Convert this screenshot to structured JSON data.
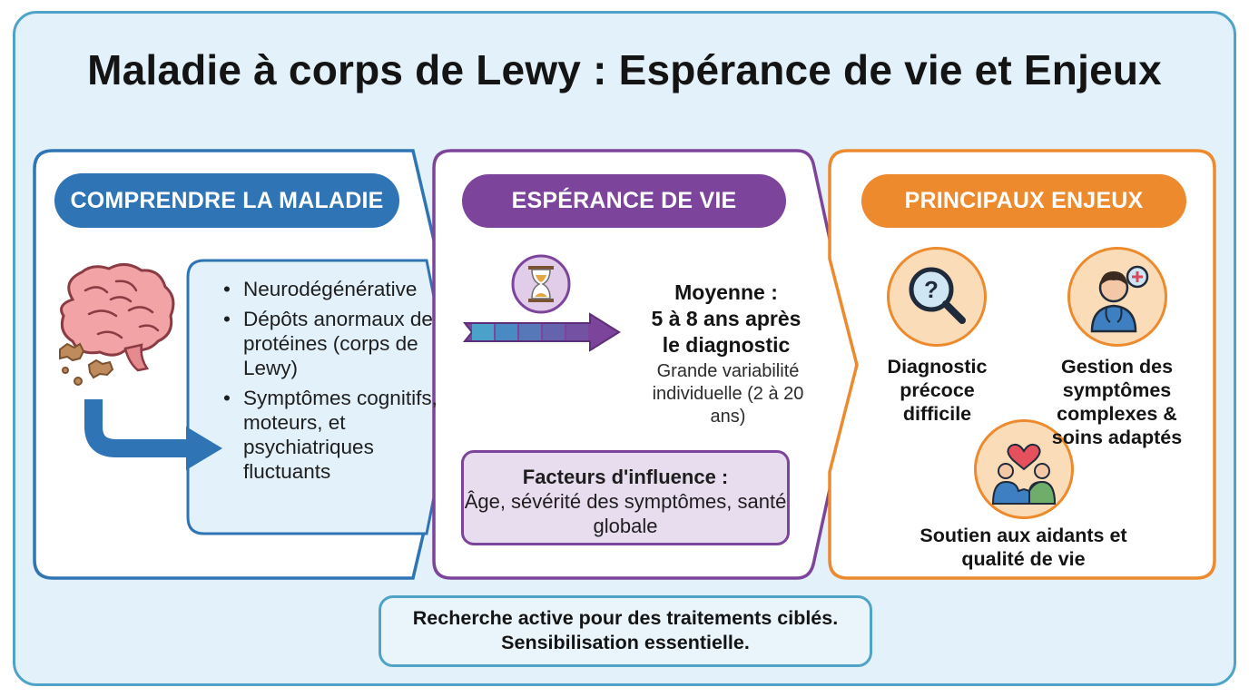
{
  "title": "Maladie à corps de Lewy : Espérance de vie et Enjeux",
  "panels": {
    "understanding": {
      "heading": "COMPRENDRE LA MALADIE",
      "bullets": [
        "Neurodégénérative",
        "Dépôts anormaux de protéines (corps de Lewy)",
        "Symptômes cognitifs, moteurs, et psychiatriques fluctuants"
      ],
      "icons": [
        "brain-icon",
        "protein-deposit-icon",
        "curved-arrow-icon"
      ]
    },
    "life_expectancy": {
      "heading": "ESPÉRANCE DE VIE",
      "average_line1": "Moyenne :",
      "average_line2": "5 à 8 ans après",
      "average_line3": "le diagnostic",
      "variability": "Grande variabilité individuelle (2 à 20 ans)",
      "factors_title": "Facteurs d'influence :",
      "factors_text": "Âge, sévérité des symptômes, santé globale",
      "icons": [
        "hourglass-icon",
        "timeline-arrow-icon"
      ]
    },
    "challenges": {
      "heading": "PRINCIPAUX ENJEUX",
      "items": [
        {
          "label": "Diagnostic précoce difficile",
          "icon": "magnifier-question-icon"
        },
        {
          "label": "Gestion des symptômes complexes & soins adaptés",
          "icon": "doctor-icon"
        },
        {
          "label": "Soutien aux aidants et qualité de vie",
          "icon": "caregivers-heart-icon"
        }
      ]
    }
  },
  "footer": {
    "line1": "Recherche active pour des traitements ciblés.",
    "line2": "Sensibilisation essentielle."
  },
  "colors": {
    "blue": "#2f74b5",
    "purple": "#7d449b",
    "orange": "#ec8a2d",
    "teal_border": "#4fa3c7",
    "background": "#e3f1fa"
  }
}
